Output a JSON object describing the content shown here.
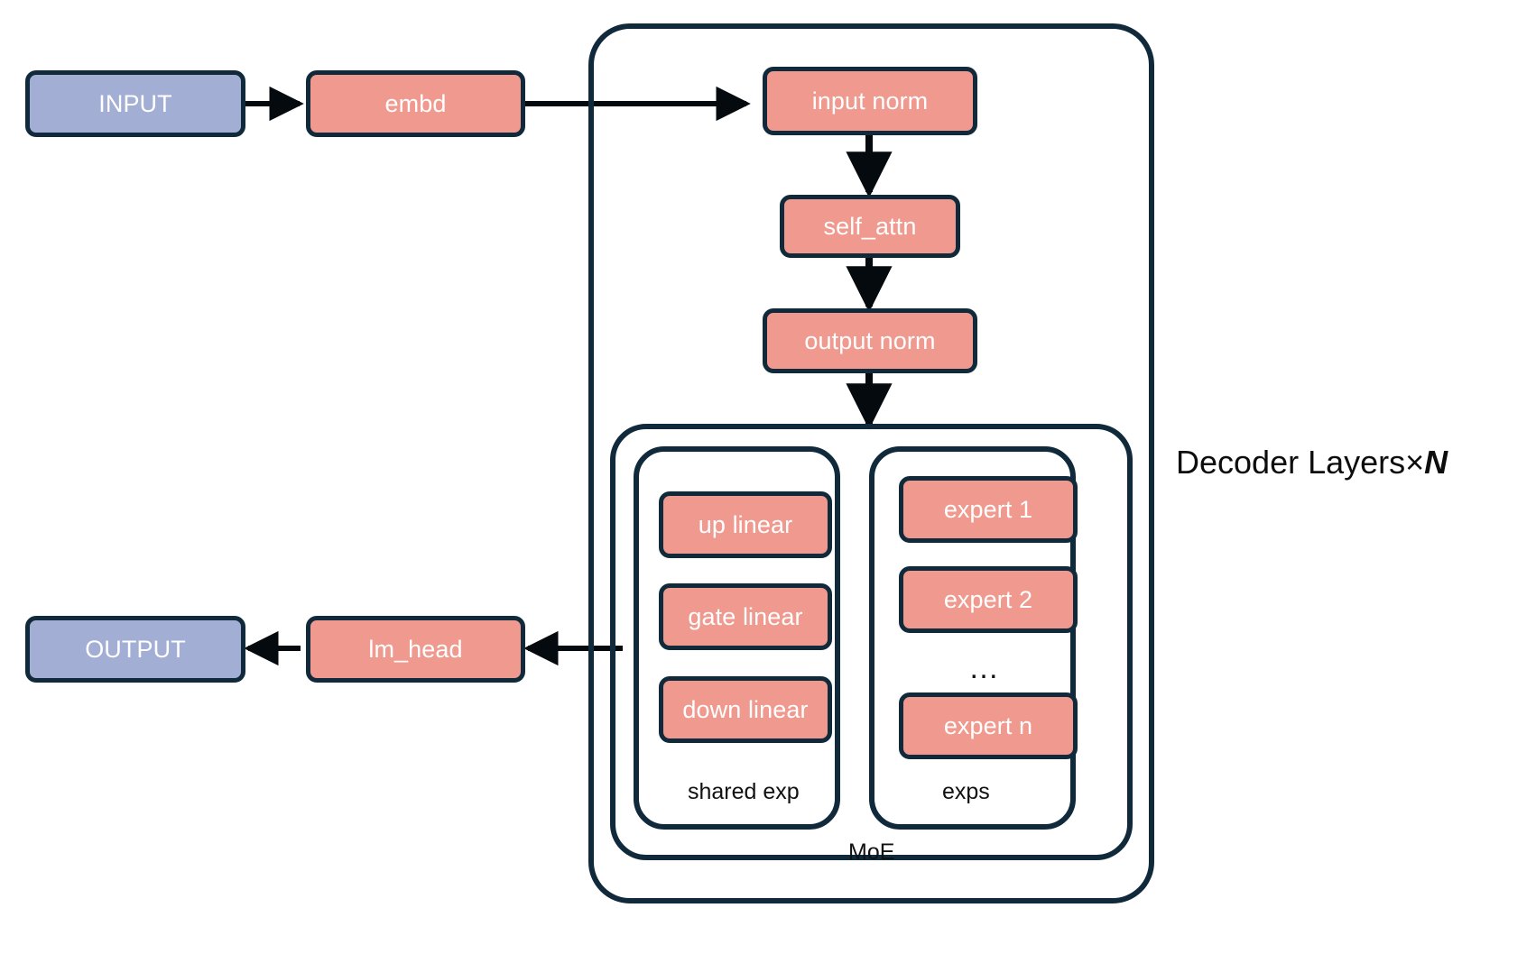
{
  "diagram": {
    "title_note": "Decoder Layers×N",
    "title_note_prefix": "Decoder Layers×",
    "title_note_suffix": "N",
    "colors": {
      "stroke": "#102a3b",
      "salmon": "#ef998f",
      "blue": "#a3aed4",
      "background": "#ffffff",
      "text_on_node": "#ffffff",
      "text_plain": "#111111"
    },
    "nodes": {
      "input": "INPUT",
      "embd": "embd",
      "input_norm": "input norm",
      "self_attn": "self_attn",
      "output_norm": "output norm",
      "up_linear": "up linear",
      "gate_linear": "gate linear",
      "down_linear": "down linear",
      "expert_1": "expert 1",
      "expert_2": "expert 2",
      "expert_ellipsis": "…",
      "expert_n": "expert n",
      "lm_head": "lm_head",
      "output": "OUTPUT"
    },
    "containers": {
      "decoder": "",
      "moe": "MoE",
      "shared_exp": "shared exp",
      "exps": "exps"
    },
    "edges": [
      {
        "from": "INPUT",
        "to": "embd"
      },
      {
        "from": "embd",
        "to": "input norm"
      },
      {
        "from": "input norm",
        "to": "self_attn"
      },
      {
        "from": "self_attn",
        "to": "output norm"
      },
      {
        "from": "output norm",
        "to": "MoE"
      },
      {
        "from": "MoE",
        "to": "lm_head"
      },
      {
        "from": "lm_head",
        "to": "OUTPUT"
      }
    ]
  }
}
